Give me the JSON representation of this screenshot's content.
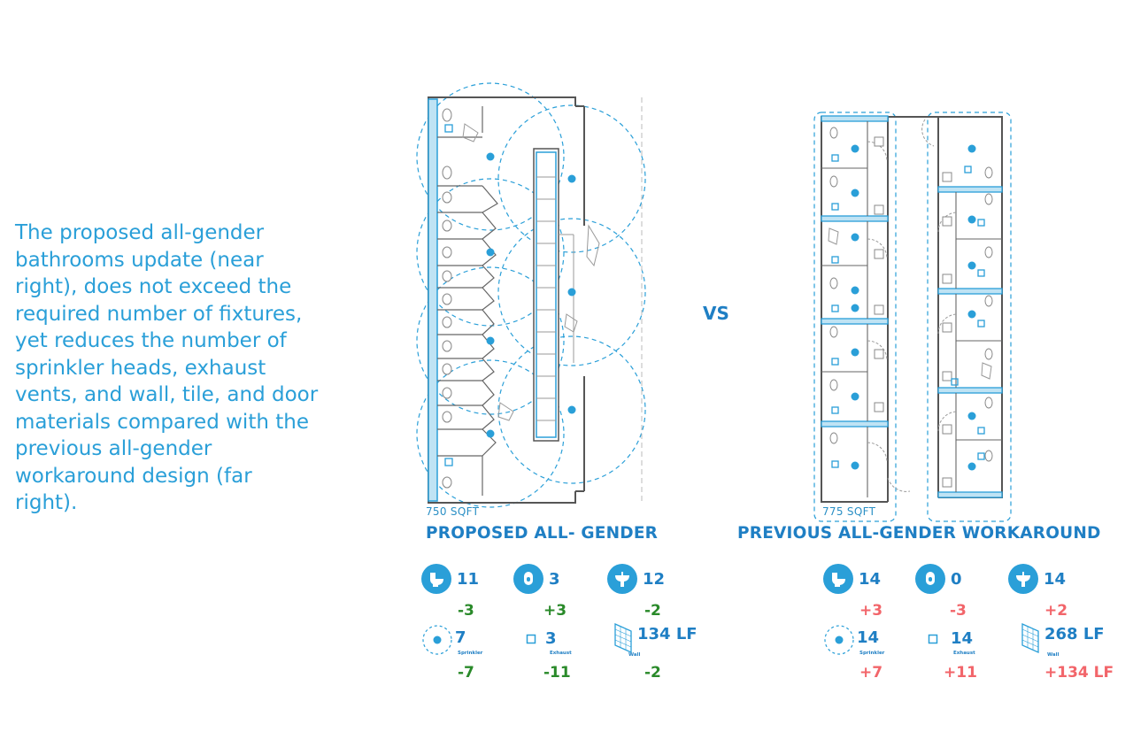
{
  "description": "The proposed all-gender bathrooms update (near right), does not exceed the required number of fixtures, yet reduces the number of sprinkler heads, exhaust vents, and wall, tile, and door materials compared with the previous all-gender workaround design (far right).",
  "vs_label": "VS",
  "colors": {
    "blue": "#2a9fd8",
    "dark_blue": "#1f7fc4",
    "decrease": "#2a8a2a",
    "increase": "#f2656a"
  },
  "proposed": {
    "area": "750 SQFT",
    "title": "PROPOSED ALL- GENDER",
    "stats": {
      "toilets": {
        "icon": "toilet-icon",
        "value": "11",
        "delta": "-3"
      },
      "urinals": {
        "icon": "urinal-icon",
        "value": "3",
        "delta": "+3"
      },
      "sinks": {
        "icon": "sink-icon",
        "value": "12",
        "delta": "-2"
      },
      "sprinklers": {
        "icon": "sprinkler-icon",
        "value": "7",
        "label": "Sprinkler",
        "delta": "-7"
      },
      "exhaust": {
        "icon": "exhaust-icon",
        "value": "3",
        "label": "Exhaust",
        "delta": "-11"
      },
      "wall": {
        "icon": "wall-icon",
        "value": "134 LF",
        "label": "Wall",
        "delta": "-2"
      }
    }
  },
  "previous": {
    "area": "775 SQFT",
    "title": "PREVIOUS ALL-GENDER WORKAROUND",
    "stats": {
      "toilets": {
        "icon": "toilet-icon",
        "value": "14",
        "delta": "+3"
      },
      "urinals": {
        "icon": "urinal-icon",
        "value": "0",
        "delta": "-3"
      },
      "sinks": {
        "icon": "sink-icon",
        "value": "14",
        "delta": "+2"
      },
      "sprinklers": {
        "icon": "sprinkler-icon",
        "value": "14",
        "label": "Sprinkler",
        "delta": "+7"
      },
      "exhaust": {
        "icon": "exhaust-icon",
        "value": "14",
        "label": "Exhaust",
        "delta": "+11"
      },
      "wall": {
        "icon": "wall-icon",
        "value": "268 LF",
        "label": "Wall",
        "delta": "+134 LF"
      }
    }
  }
}
